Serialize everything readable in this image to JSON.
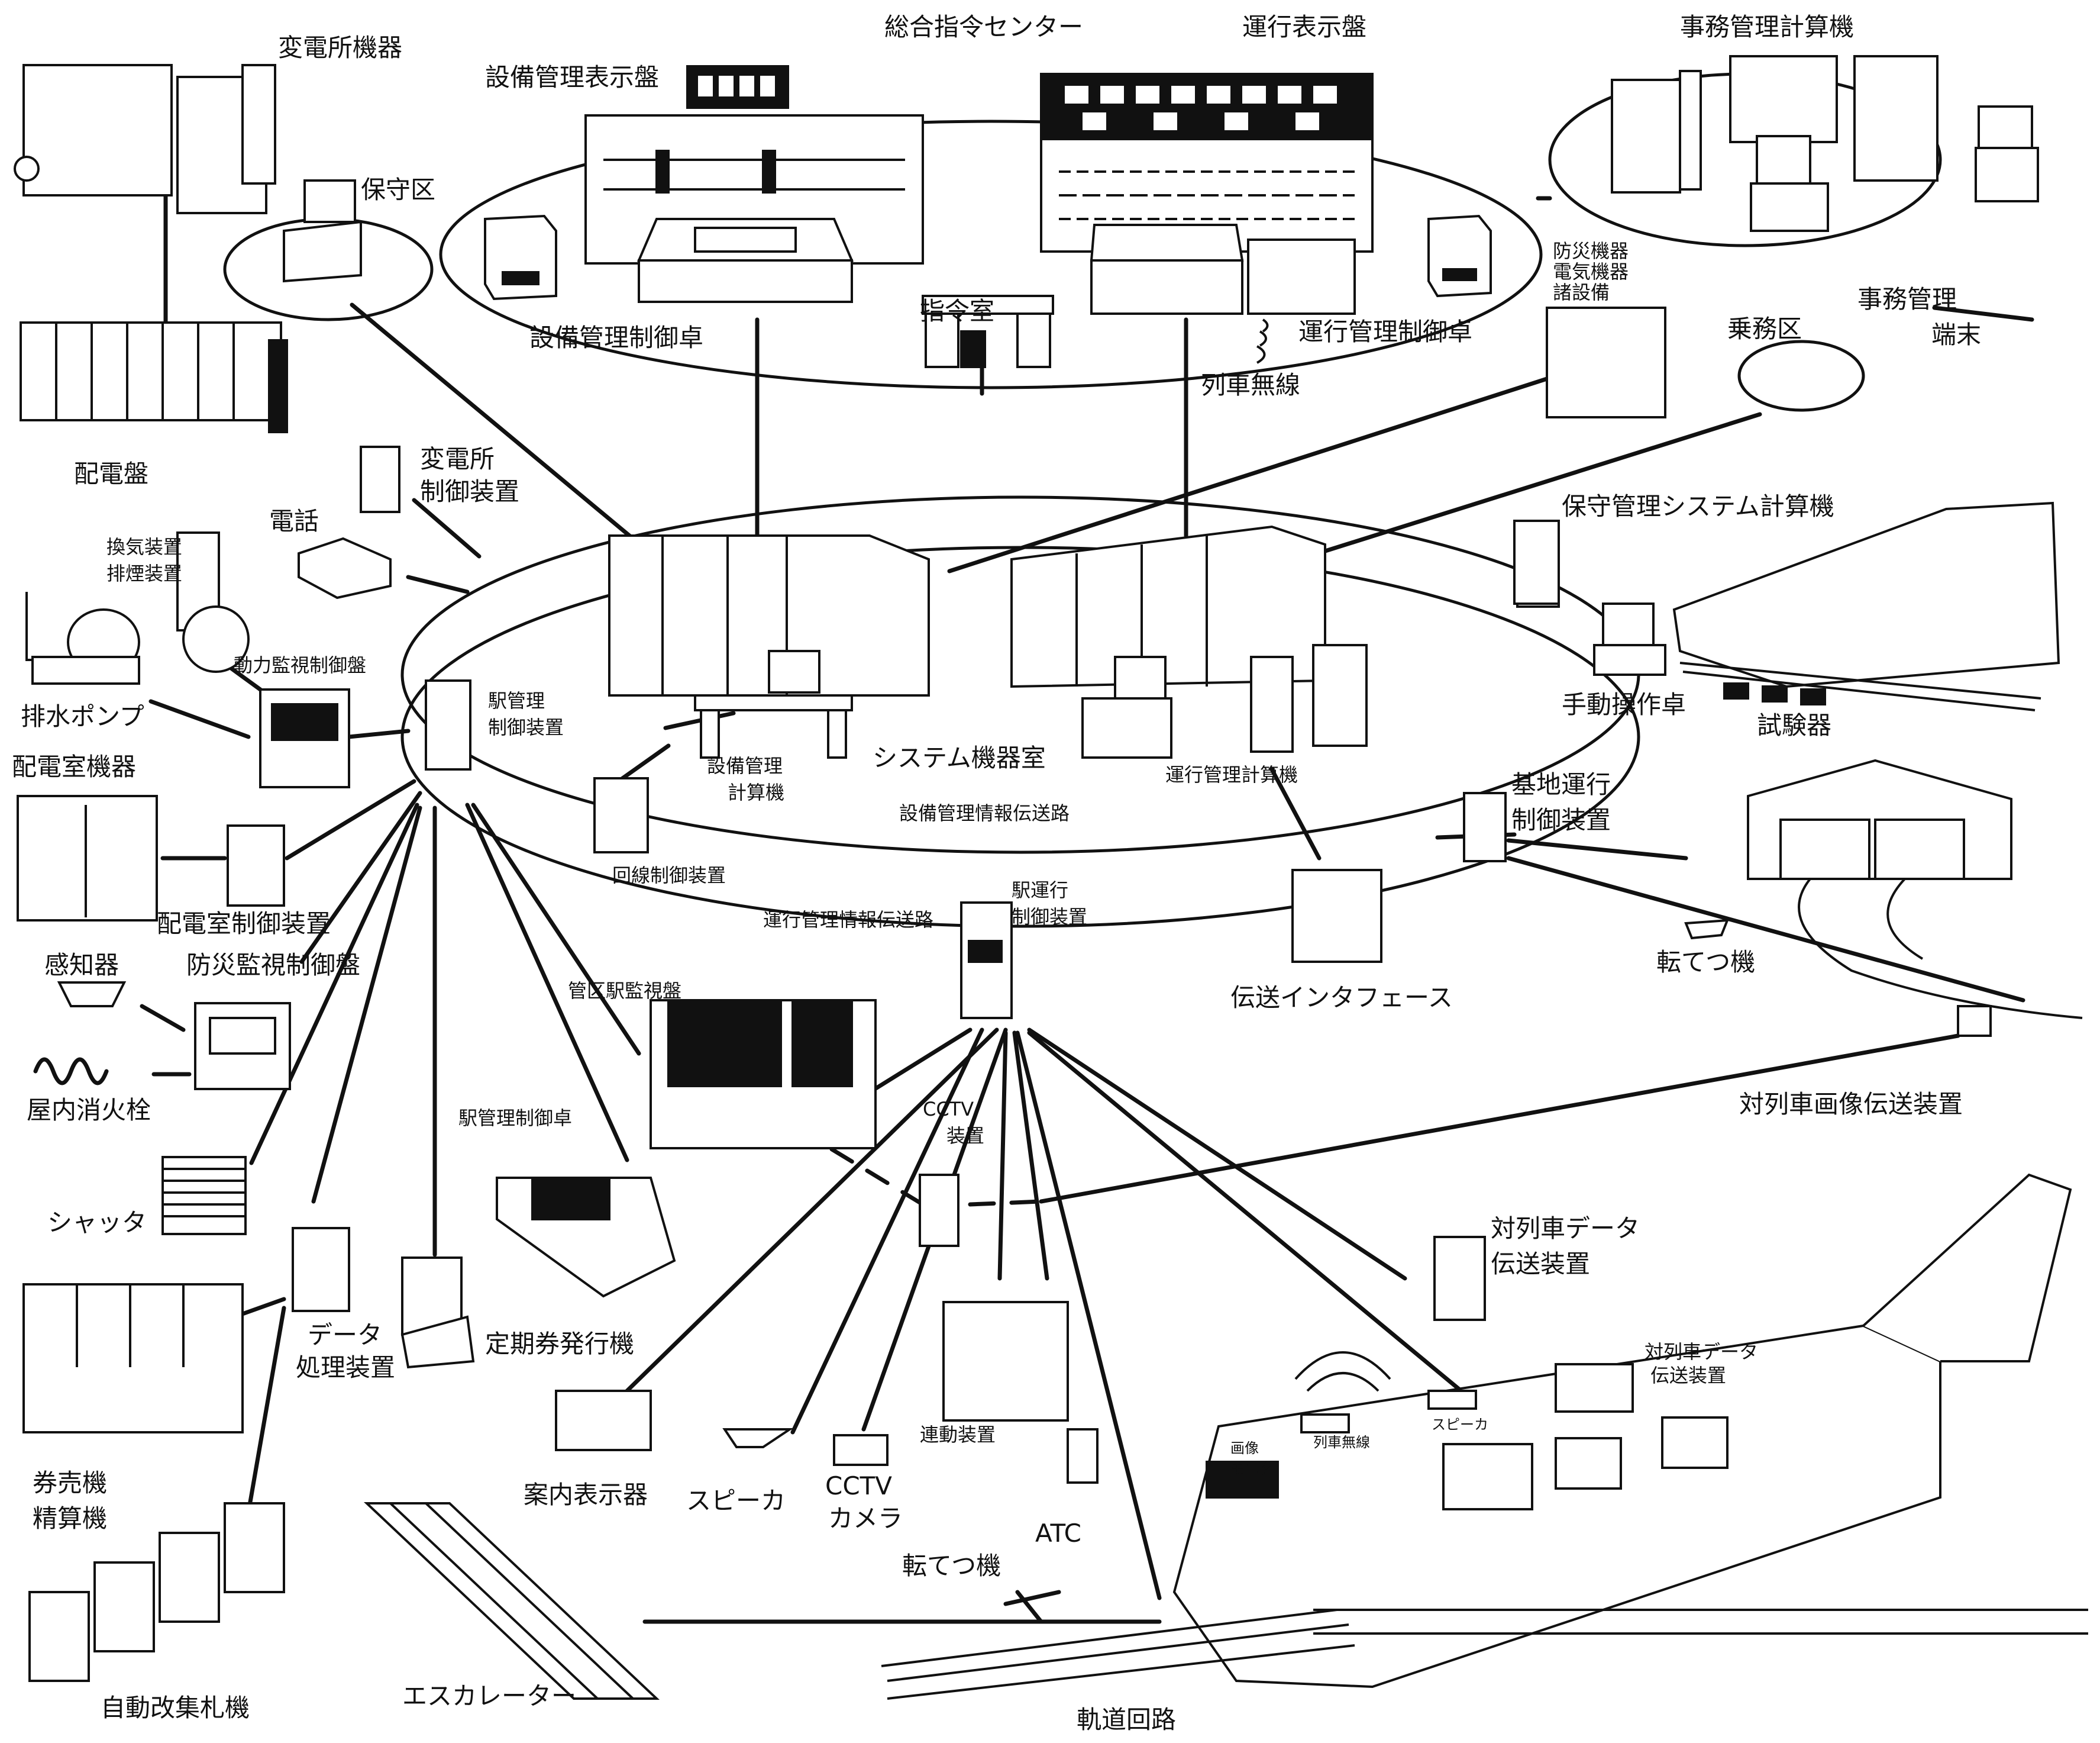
{
  "center": {
    "title": "総合指令センター",
    "control_room": "指令室",
    "system_room": "システム機器室",
    "facility_net": "設備管理情報伝送路",
    "operation_net": "運行管理情報伝送路"
  },
  "labels": {
    "substation_equipment": "変電所機器",
    "maintenance_area": "保守区",
    "facility_display": "設備管理表示盤",
    "operation_display": "運行表示盤",
    "office_computer": "事務管理計算機",
    "facility_console": "設備管理制御卓",
    "operation_console": "運行管理制御卓",
    "train_radio": "列車無線",
    "disaster_equipment": "防災機器\n電気機器\n諸設備",
    "crew_area": "乗務区",
    "office_terminal": "事務管理\n端末",
    "distribution_board": "配電盤",
    "substation_control": "変電所\n制御装置",
    "telephone": "電話",
    "ventilation": "換気装置\n排煙装置",
    "power_monitor": "動力監視制御盤",
    "maintenance_system_computer": "保守管理システム計算機",
    "drain_pump": "排水ポンプ",
    "station_control": "駅管理\n制御装置",
    "manual_console": "手動操作卓",
    "test_equipment": "試験器",
    "facility_computer": "設備管理\n計算機",
    "operation_computer": "運行管理計算機",
    "depot_control": "基地運行\n制御装置",
    "distribution_room_equipment": "配電室機器",
    "line_control": "回線制御装置",
    "distribution_room_control": "配電室制御装置",
    "station_operation_control": "駅運行\n制御装置",
    "switch_machine_depot": "転てつ機",
    "sensor": "感知器",
    "disaster_monitor": "防災監視制御盤",
    "district_monitor": "管区駅監視盤",
    "transmission_interface": "伝送インタフェース",
    "indoor_hydrant": "屋内消火栓",
    "cctv_unit": "CCTV\n装置",
    "train_image_transmission": "対列車画像伝送装置",
    "station_console": "駅管理制御卓",
    "shutter": "シャッタ",
    "train_data_transmission": "対列車データ\n伝送装置",
    "data_processing": "データ\n処理装置",
    "pass_issuer": "定期券発行機",
    "ticket_machine": "券売機\n精算機",
    "interlocking": "連動装置",
    "guide_display": "案内表示器",
    "speaker": "スピーカ",
    "cctv_camera": "CCTV\nカメラ",
    "switch_machine": "転てつ機",
    "atc": "ATC",
    "escalator": "エスカレーター",
    "auto_gates": "自動改集札機",
    "track_circuit": "軌道回路"
  },
  "train_labels": {
    "image_monitor": "画像\nモニタ",
    "train_radio": "列車無線",
    "speaker": "スピーカ",
    "data_transmission": "対列車データ\n伝送装置"
  }
}
